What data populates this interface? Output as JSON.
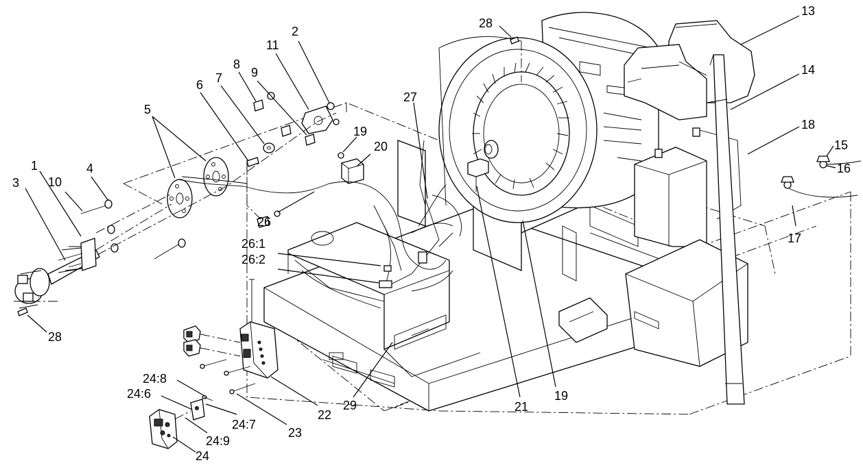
{
  "callouts": [
    {
      "id": "c13",
      "label": "13"
    },
    {
      "id": "c14",
      "label": "14"
    },
    {
      "id": "c18",
      "label": "18"
    },
    {
      "id": "c15",
      "label": "15"
    },
    {
      "id": "c16",
      "label": "16"
    },
    {
      "id": "c17",
      "label": "17"
    },
    {
      "id": "c28a",
      "label": "28"
    },
    {
      "id": "c27",
      "label": "27"
    },
    {
      "id": "c2",
      "label": "2"
    },
    {
      "id": "c11",
      "label": "11"
    },
    {
      "id": "c9",
      "label": "9"
    },
    {
      "id": "c8",
      "label": "8"
    },
    {
      "id": "c7",
      "label": "7"
    },
    {
      "id": "c6",
      "label": "6"
    },
    {
      "id": "c5",
      "label": "5"
    },
    {
      "id": "c19a",
      "label": "19"
    },
    {
      "id": "c20",
      "label": "20"
    },
    {
      "id": "c26",
      "label": "26"
    },
    {
      "id": "c26_1",
      "label": "26:1"
    },
    {
      "id": "c26_2",
      "label": "26:2"
    },
    {
      "id": "c4",
      "label": "4"
    },
    {
      "id": "c10",
      "label": "10"
    },
    {
      "id": "c1",
      "label": "1"
    },
    {
      "id": "c3",
      "label": "3"
    },
    {
      "id": "c28b",
      "label": "28"
    },
    {
      "id": "c21",
      "label": "21"
    },
    {
      "id": "c19b",
      "label": "19"
    },
    {
      "id": "c29",
      "label": "29"
    },
    {
      "id": "c22",
      "label": "22"
    },
    {
      "id": "c23",
      "label": "23"
    },
    {
      "id": "c24_8",
      "label": "24:8"
    },
    {
      "id": "c24_6",
      "label": "24:6"
    },
    {
      "id": "c24_7",
      "label": "24:7"
    },
    {
      "id": "c24_9",
      "label": "24:9"
    },
    {
      "id": "c24",
      "label": "24"
    }
  ]
}
